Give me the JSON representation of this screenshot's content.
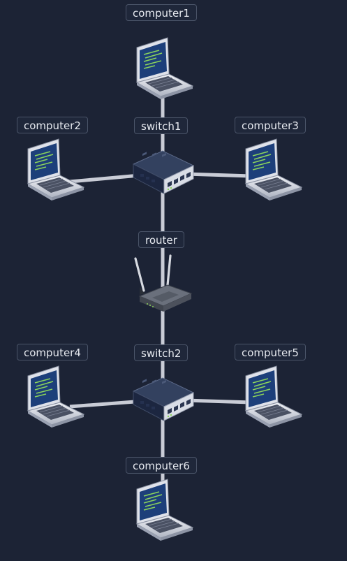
{
  "nodes": [
    {
      "id": "computer1",
      "label": "computer1",
      "kind": "laptop"
    },
    {
      "id": "computer2",
      "label": "computer2",
      "kind": "laptop"
    },
    {
      "id": "switch1",
      "label": "switch1",
      "kind": "switch"
    },
    {
      "id": "computer3",
      "label": "computer3",
      "kind": "laptop"
    },
    {
      "id": "router",
      "label": "router",
      "kind": "router"
    },
    {
      "id": "computer4",
      "label": "computer4",
      "kind": "laptop"
    },
    {
      "id": "switch2",
      "label": "switch2",
      "kind": "switch"
    },
    {
      "id": "computer5",
      "label": "computer5",
      "kind": "laptop"
    },
    {
      "id": "computer6",
      "label": "computer6",
      "kind": "laptop"
    }
  ],
  "edges": [
    {
      "from": "computer1",
      "to": "switch1"
    },
    {
      "from": "computer2",
      "to": "switch1"
    },
    {
      "from": "computer3",
      "to": "switch1"
    },
    {
      "from": "switch1",
      "to": "router"
    },
    {
      "from": "router",
      "to": "switch2"
    },
    {
      "from": "computer4",
      "to": "switch2"
    },
    {
      "from": "computer5",
      "to": "switch2"
    },
    {
      "from": "switch2",
      "to": "computer6"
    }
  ],
  "colors": {
    "background": "#1c2335",
    "link": "#c9ccd6",
    "label_border": "#4a5468",
    "label_text": "#e6e9ef",
    "screen": "#1d3f7a",
    "code_green": "#8bd35b",
    "laptop_body": "#dfe2ea",
    "switch_body": "#26324d",
    "router_body": "#5b606b"
  }
}
